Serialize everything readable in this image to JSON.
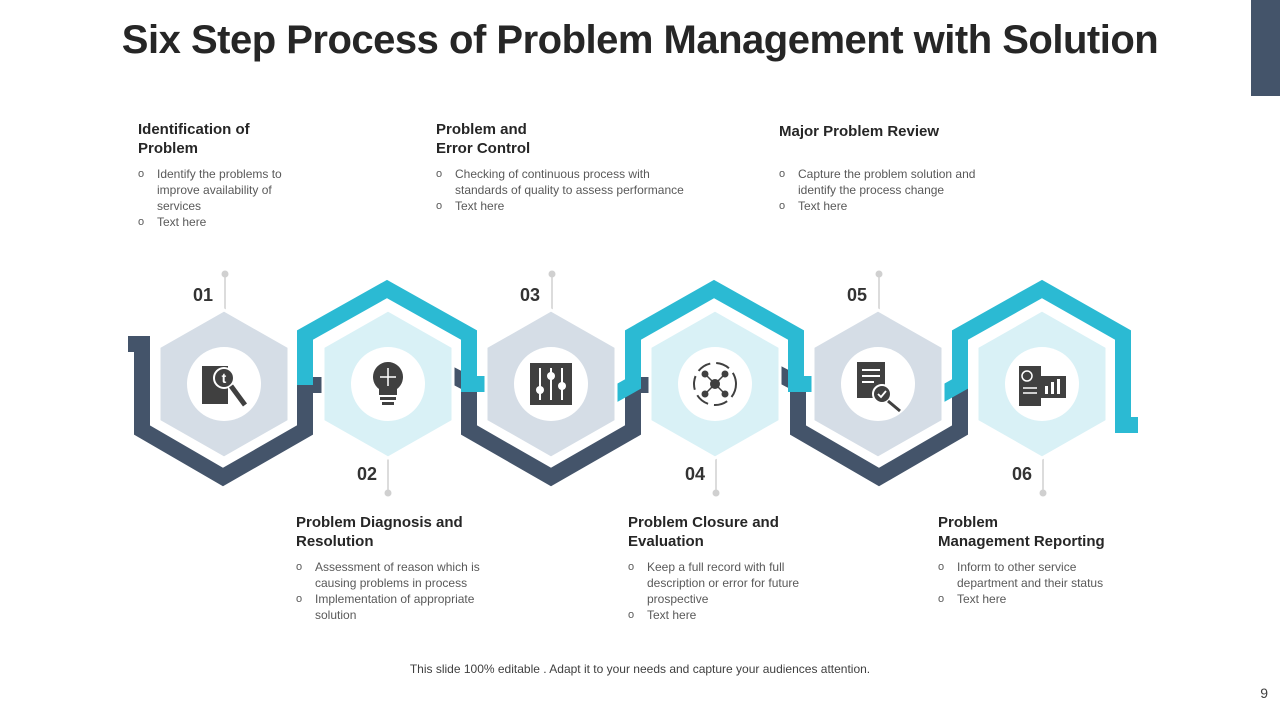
{
  "slide": {
    "title": "Six Step Process of Problem Management with Solution",
    "footer": "This slide 100% editable . Adapt it to your needs and capture your audiences attention.",
    "page_number": "9",
    "colors": {
      "dark": "#44546a",
      "teal": "#2bbad3",
      "hex_gray": "#d5dde6",
      "hex_light": "#d9f1f6",
      "accent_bar": "#44546a"
    }
  },
  "steps": [
    {
      "number": "01",
      "title": "Identification of\nProblem",
      "bullets": [
        "Identify the problems to improve availability of services",
        "Text here"
      ],
      "icon": "search-problem-icon"
    },
    {
      "number": "02",
      "title": "Problem Diagnosis and\nResolution",
      "bullets": [
        "Assessment of reason which is causing problems in process",
        "Implementation of appropriate solution"
      ],
      "icon": "lightbulb-puzzle-icon"
    },
    {
      "number": "03",
      "title": "Problem and\nError Control",
      "bullets": [
        "Checking of continuous process with standards of quality to assess performance",
        "Text here"
      ],
      "icon": "control-sliders-icon"
    },
    {
      "number": "04",
      "title": "Problem Closure and\nEvaluation",
      "bullets": [
        "Keep a full record with full description or error for future prospective",
        "Text here"
      ],
      "icon": "network-cycle-icon"
    },
    {
      "number": "05",
      "title": "Major Problem Review",
      "bullets": [
        "Capture the problem solution and identify the process change",
        "Text here"
      ],
      "icon": "document-review-icon"
    },
    {
      "number": "06",
      "title": "Problem\nManagement Reporting",
      "bullets": [
        "Inform to other service department and their status",
        "Text here"
      ],
      "icon": "report-chart-icon"
    }
  ]
}
